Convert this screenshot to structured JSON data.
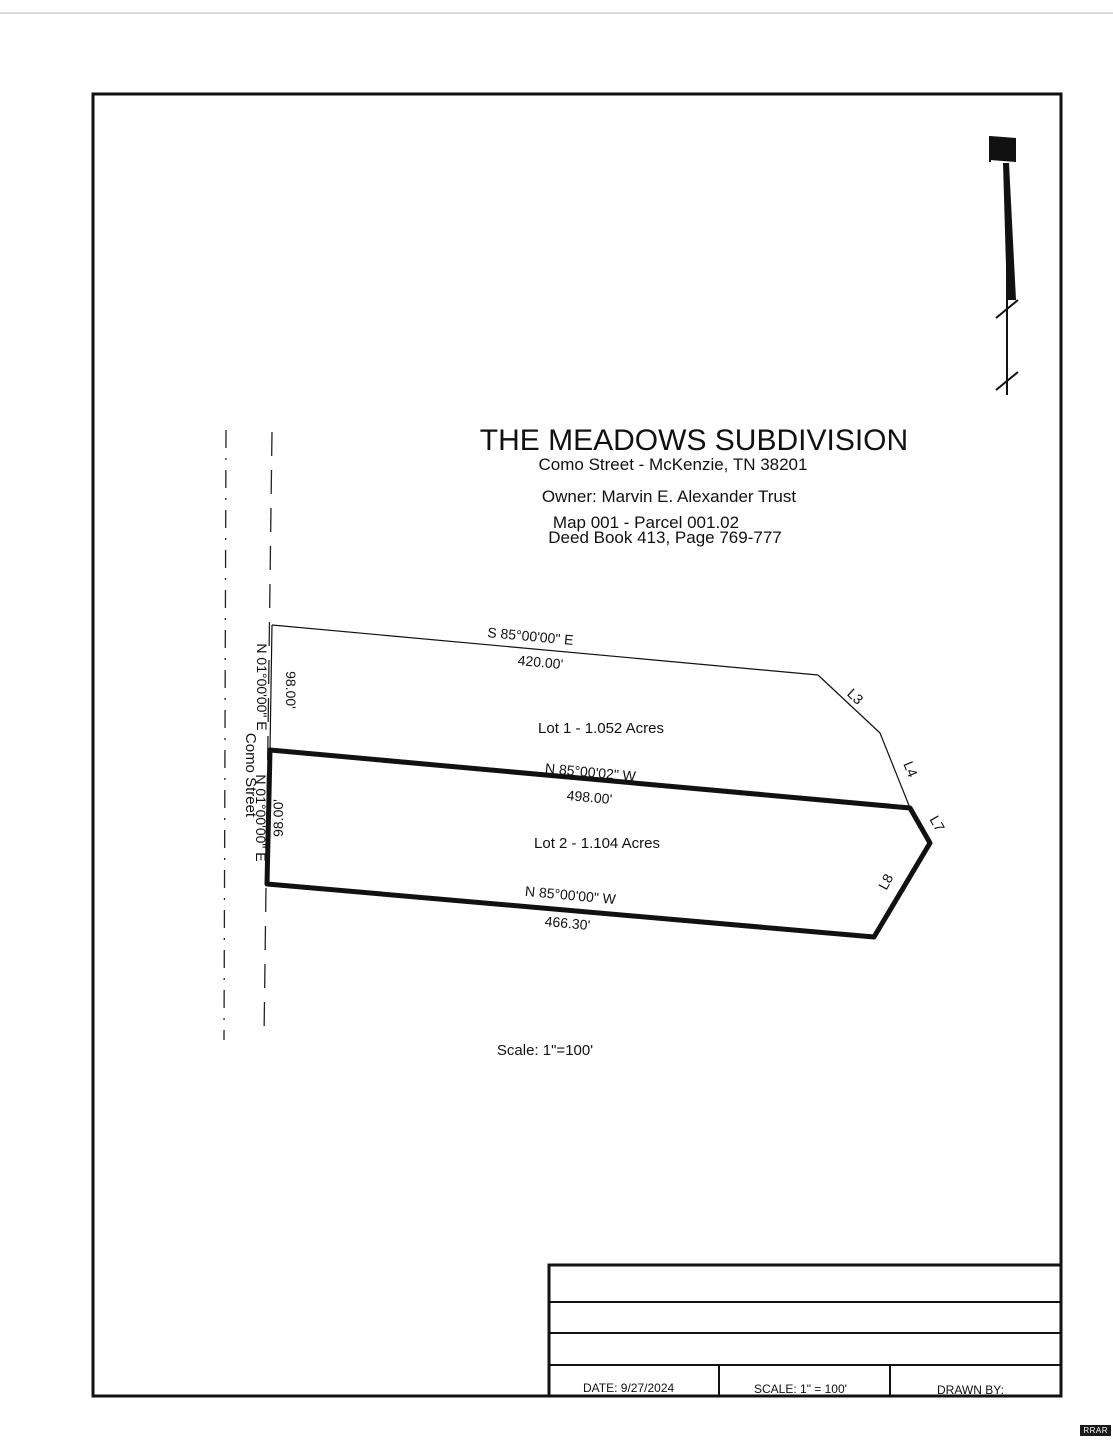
{
  "title": "THE MEADOWS SUBDIVISION",
  "address": "Como Street - McKenzie, TN 38201",
  "owner": "Owner:  Marvin E. Alexander Trust",
  "map_parcel": "Map 001 - Parcel 001.02",
  "deed": "Deed Book 413, Page 769-777",
  "street_name": "Como Street",
  "lots": [
    {
      "label": "Lot 1 -  1.052 Acres"
    },
    {
      "label": "Lot 2 - 1.104 Acres"
    }
  ],
  "boundaries": {
    "north_bearing": "S 85°00'00\" E",
    "north_distance": "420.00'",
    "middle_bearing": "N 85°00'02\" W",
    "middle_distance": "498.00'",
    "south_bearing": "N 85°00'00\" W",
    "south_distance": "466.30'",
    "west_upper_bearing": "N 01°00'00\" E",
    "west_upper_distance": "98.00'",
    "west_lower_bearing": "N 01°00'00\" E",
    "west_lower_distance": "98.00'"
  },
  "line_labels": [
    "L3",
    "L4",
    "L7",
    "L8"
  ],
  "scale_note": "Scale: 1\"=100'",
  "title_block": {
    "date": "DATE: 9/27/2024",
    "scale": "SCALE: 1\" = 100'",
    "drawn_by": "DRAWN BY:"
  },
  "corner_badge": "RRAR",
  "colors": {
    "ink": "#111111",
    "paper": "#ffffff"
  },
  "icons": {
    "north_arrow": "north-arrow-icon"
  }
}
